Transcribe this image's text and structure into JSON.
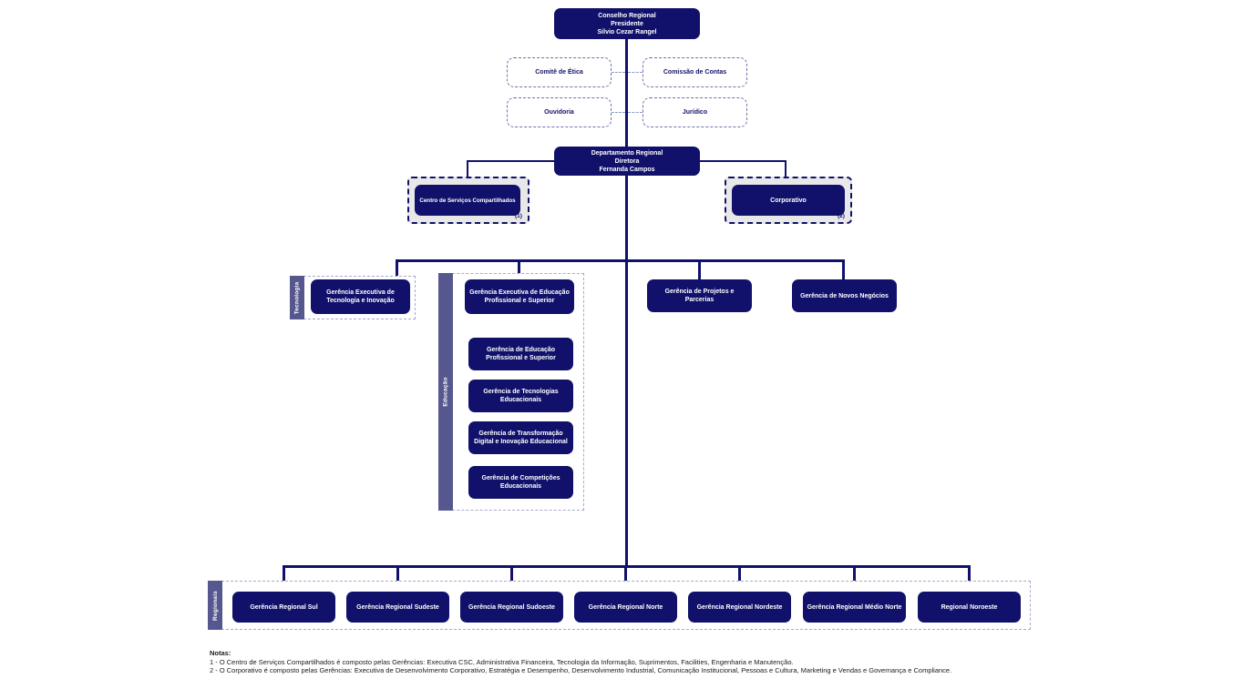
{
  "root": {
    "title": "Conselho Regional",
    "role": "Presidente",
    "name": "Silvio Cezar Rangel"
  },
  "committees": [
    {
      "label": "Comitê de Ética"
    },
    {
      "label": "Comissão de Contas"
    },
    {
      "label": "Ouvidoria"
    },
    {
      "label": "Jurídico"
    }
  ],
  "department": {
    "title": "Departamento Regional",
    "role": "Diretora",
    "name": "Fernanda Campos"
  },
  "shared_services": {
    "label": "Centro de Serviços Compartilhados",
    "ref": "(1)"
  },
  "corporate": {
    "label": "Corporativo",
    "ref": "(2)"
  },
  "technology": {
    "band": "Tecnologia",
    "executive": "Gerência Executiva de Tecnologia e Inovação"
  },
  "education": {
    "band": "Educação",
    "executive": "Gerência Executiva de Educação Profissional e Superior",
    "sub": [
      "Gerência de Educação Profissional e Superior",
      "Gerência de Tecnologias Educacionais",
      "Gerência de Transformação Digital e Inovação Educacional",
      "Gerência de Competições Educacionais"
    ]
  },
  "projects": {
    "label": "Gerência de Projetos e Parcerias"
  },
  "new_business": {
    "label": "Gerência de Novos Negócios"
  },
  "regionals": {
    "band": "Regionais",
    "items": [
      "Gerência Regional Sul",
      "Gerência Regional Sudeste",
      "Gerência Regional Sudoeste",
      "Gerência Regional Norte",
      "Gerência Regional Nordeste",
      "Gerência Regional Médio Norte",
      "Regional Noroeste"
    ]
  },
  "notes": {
    "title": "Notas:",
    "items": [
      "1 - O Centro de Serviços Compartilhados é composto pelas Gerências: Executiva CSC, Administrativa Financeira, Tecnologia da Informação, Suprimentos, Facilities, Engenharia e Manutenção.",
      "2 - O Corporativo é composto pelas Gerências: Executiva de Desenvolvimento Corporativo, Estratégia e Desempenho, Desenvolvimento Industrial, Comunicação Institucional, Pessoas e Cultura, Marketing e Vendas e Governança e Compliance."
    ]
  },
  "colors": {
    "node": "#11116b",
    "band": "#57578f",
    "container_fill": "#e8e8e8",
    "dashed_border": "#7070ad"
  }
}
